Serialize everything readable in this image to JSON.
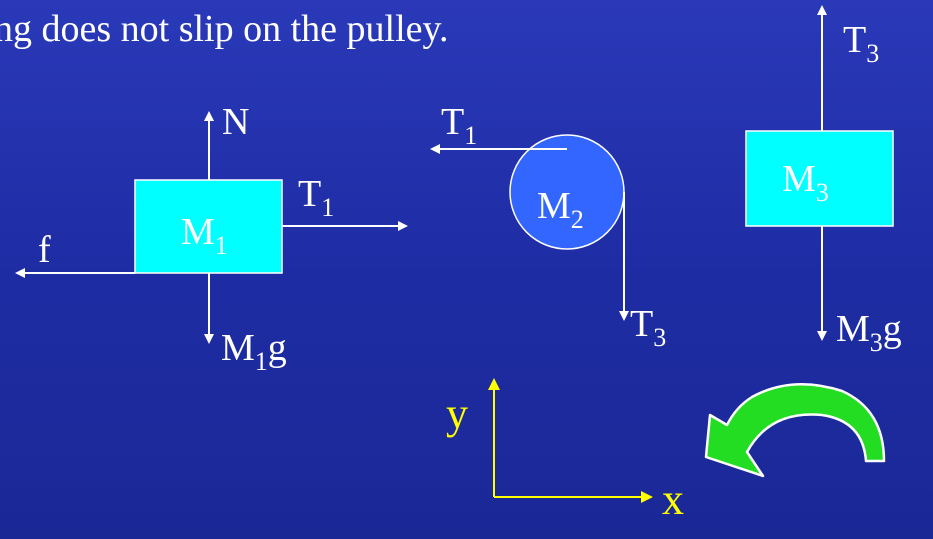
{
  "heading": "ng does not slip on the pulley.",
  "colors": {
    "background": "#1f2da6",
    "block": "#00ffff",
    "pulley": "#3366ff",
    "arrow": "#ffffff",
    "axis": "#ffff00",
    "rotation_arrow": "#22dd22"
  },
  "block_m1": {
    "label": "M",
    "sub": "1"
  },
  "block_m3": {
    "label": "M",
    "sub": "3"
  },
  "pulley_m2": {
    "label": "M",
    "sub": "2"
  },
  "forces": {
    "normal": {
      "label": "N"
    },
    "friction": {
      "label": "f"
    },
    "tension_m1": {
      "label": "T",
      "sub": "1"
    },
    "weight_m1": {
      "label": "M",
      "sub": "1",
      "suffix": "g"
    },
    "tension_pulley_1": {
      "label": "T",
      "sub": "1"
    },
    "tension_pulley_3": {
      "label": "T",
      "sub": "3"
    },
    "tension_m3": {
      "label": "T",
      "sub": "3"
    },
    "weight_m3": {
      "label": "M",
      "sub": "3",
      "suffix": "g"
    }
  },
  "axes": {
    "x_label": "x",
    "y_label": "y"
  },
  "rotation_icon": "counterclockwise-arrow-icon"
}
